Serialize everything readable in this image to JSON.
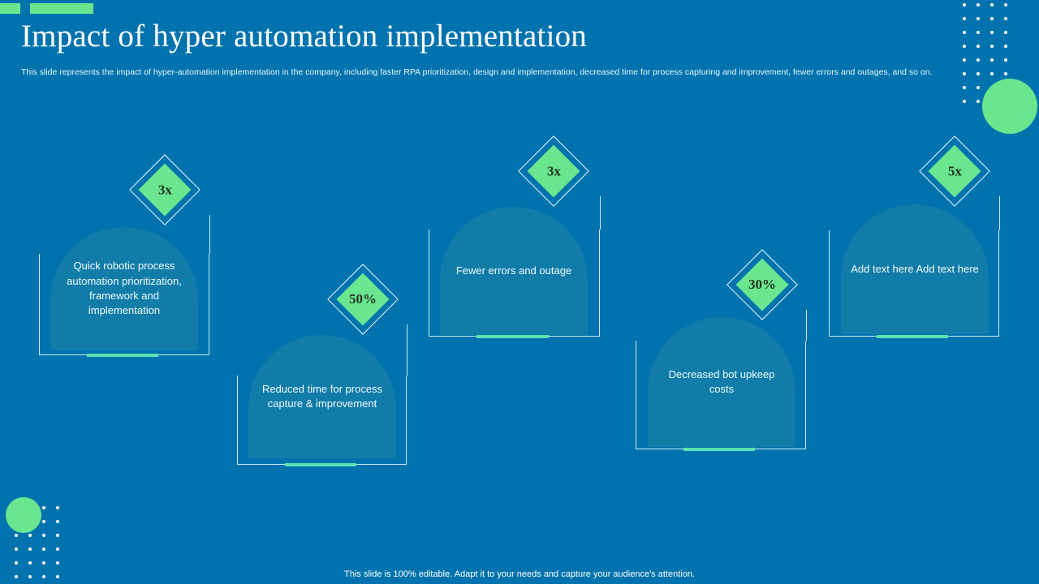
{
  "header": {
    "title": "Impact of hyper automation implementation",
    "subtitle": "This slide represents the impact of hyper-automation implementation in the company, including faster RPA prioritization, design and implementation, decreased time for process capturing and improvement, fewer errors and outages, and so on."
  },
  "cards": [
    {
      "badge": "3x",
      "text": "Quick robotic process automation prioritization, framework and implementation"
    },
    {
      "badge": "50%",
      "text": "Reduced time for process capture & improvement"
    },
    {
      "badge": "3x",
      "text": "Fewer errors and outage"
    },
    {
      "badge": "30%",
      "text": "Decreased bot upkeep costs"
    },
    {
      "badge": "5x",
      "text": "Add text here Add text here"
    }
  ],
  "footer": {
    "note": "This slide is 100% editable. Adapt it to your needs and capture your audience's attention."
  },
  "colors": {
    "background": "#0073ae",
    "card_fill": "#117ca8",
    "accent_green": "#6ae68f",
    "underline_green": "#58e3b0",
    "frame_line": "#cfe9f5",
    "title_text": "#ffffff"
  },
  "decor": {
    "dot_grid_topright": "dot-grid-icon",
    "dot_grid_bottomleft": "dot-grid-icon",
    "circle_topright": "circle-decoration",
    "circle_bottomleft": "circle-decoration",
    "accent_bar_short": "accent-bar",
    "accent_bar_long": "accent-bar"
  }
}
